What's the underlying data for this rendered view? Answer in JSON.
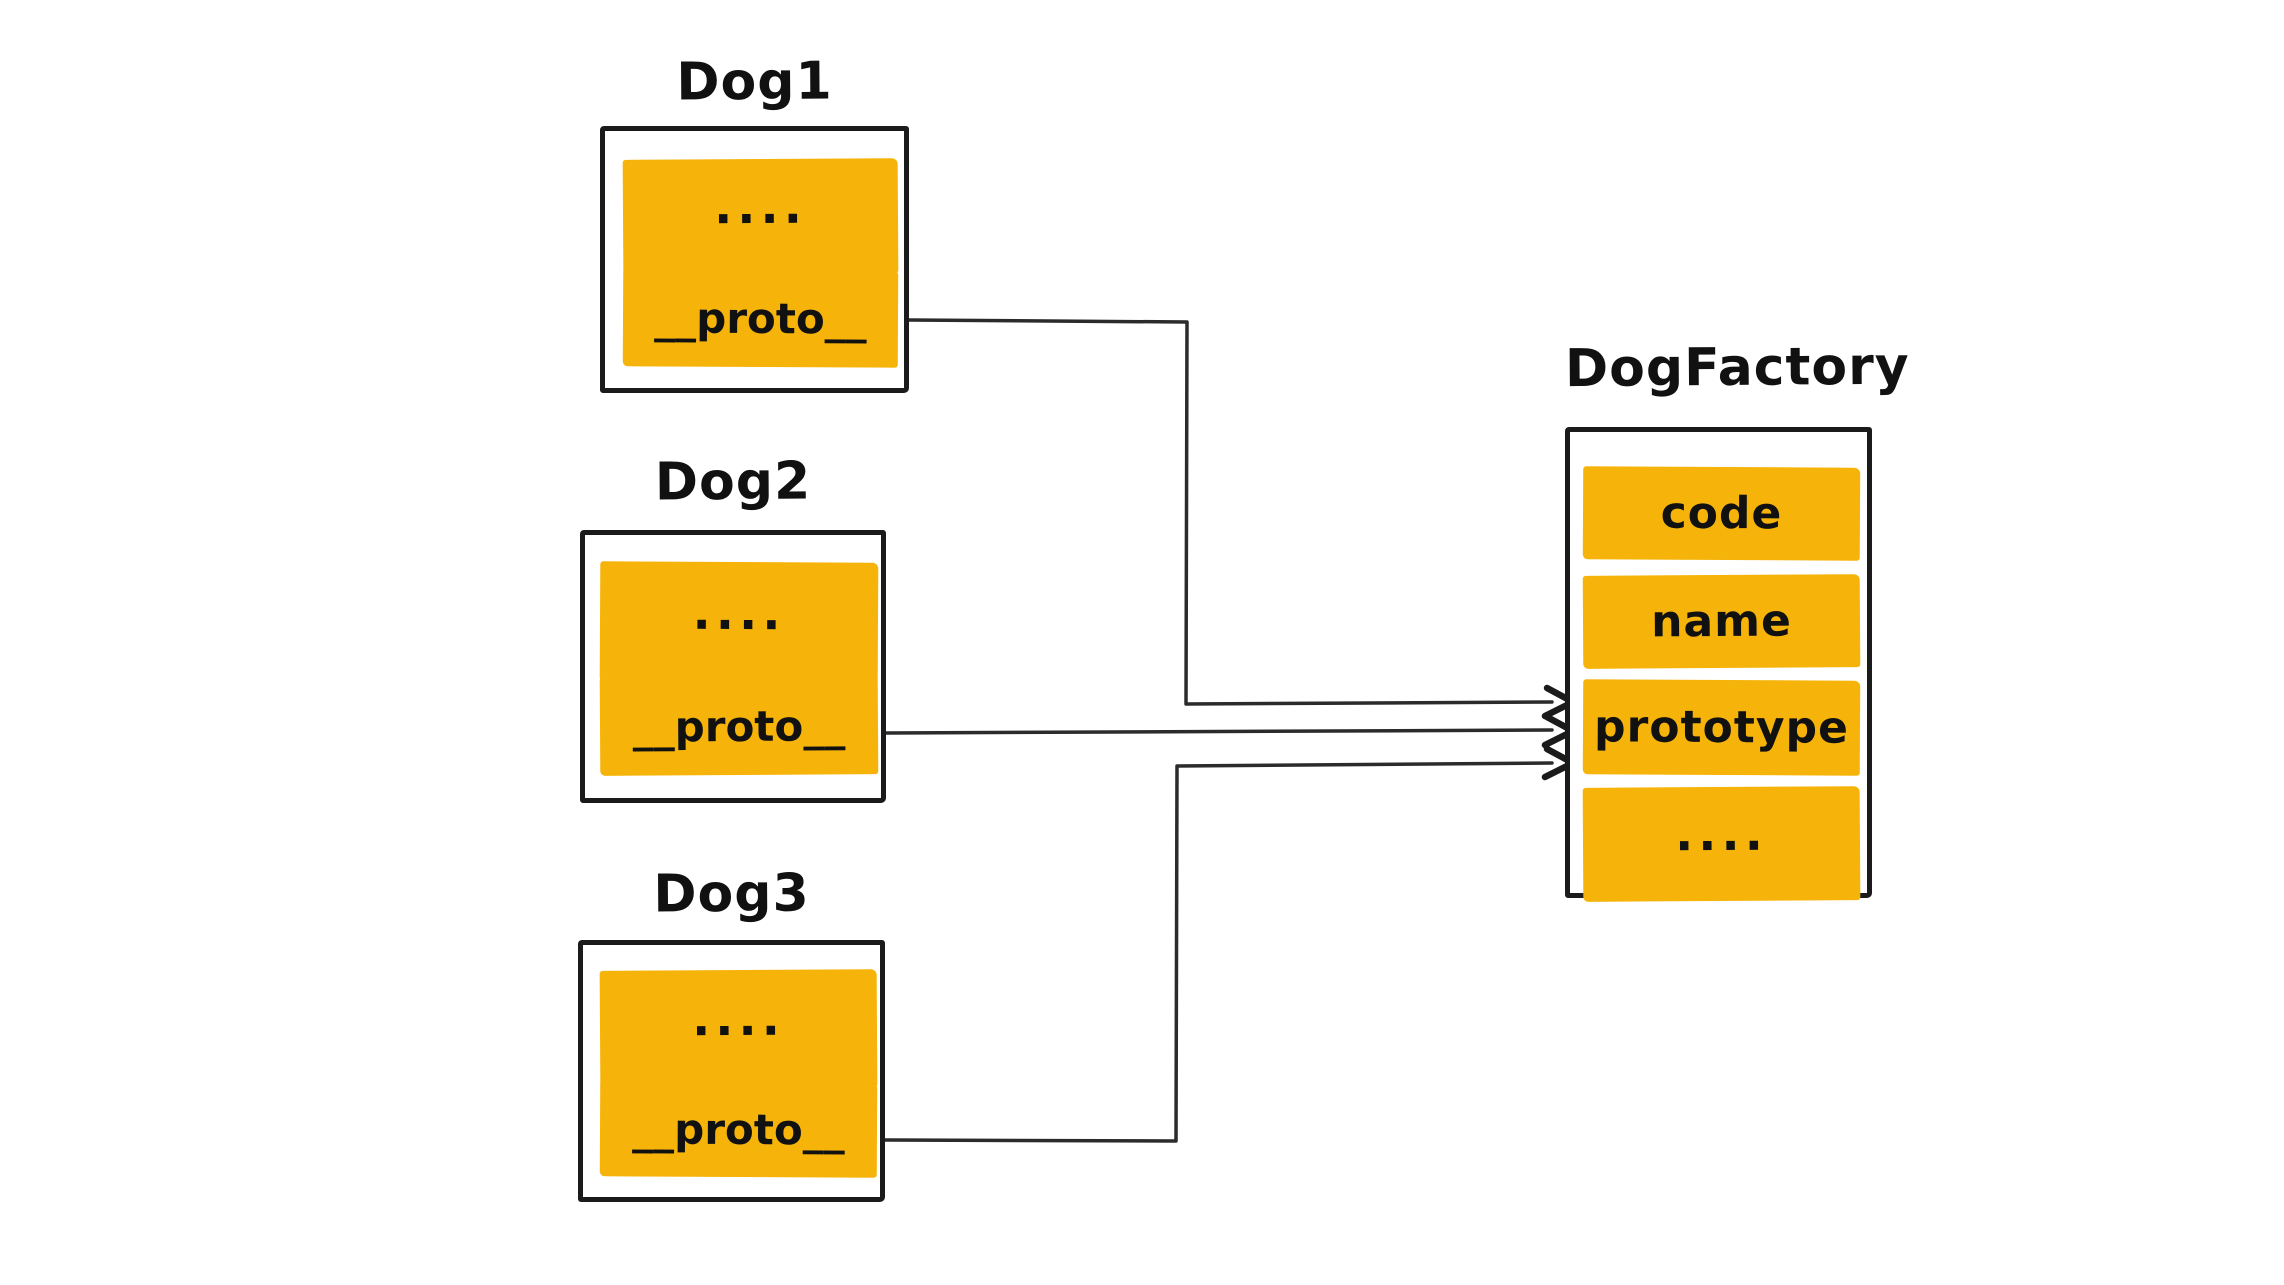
{
  "diagram": {
    "background": "#ffffff",
    "colors": {
      "background": "#ffffff",
      "field_fill": "#F6B40A",
      "stroke": "#1B1B1B",
      "connector": "#2B2B2B",
      "text": "#111111"
    },
    "nodes": [
      {
        "id": "dog1",
        "title": "Dog1",
        "fields": [
          "....",
          "__proto__"
        ]
      },
      {
        "id": "dog2",
        "title": "Dog2",
        "fields": [
          "....",
          "__proto__"
        ]
      },
      {
        "id": "dog3",
        "title": "Dog3",
        "fields": [
          "....",
          "__proto__"
        ]
      },
      {
        "id": "dogfactory",
        "title": "DogFactory",
        "fields": [
          "code",
          "name",
          "prototype",
          "...."
        ]
      }
    ],
    "connections": [
      {
        "from": "Dog1.__proto__",
        "to": "DogFactory.prototype"
      },
      {
        "from": "Dog2.__proto__",
        "to": "DogFactory.prototype"
      },
      {
        "from": "Dog3.__proto__",
        "to": "DogFactory.prototype"
      }
    ]
  }
}
